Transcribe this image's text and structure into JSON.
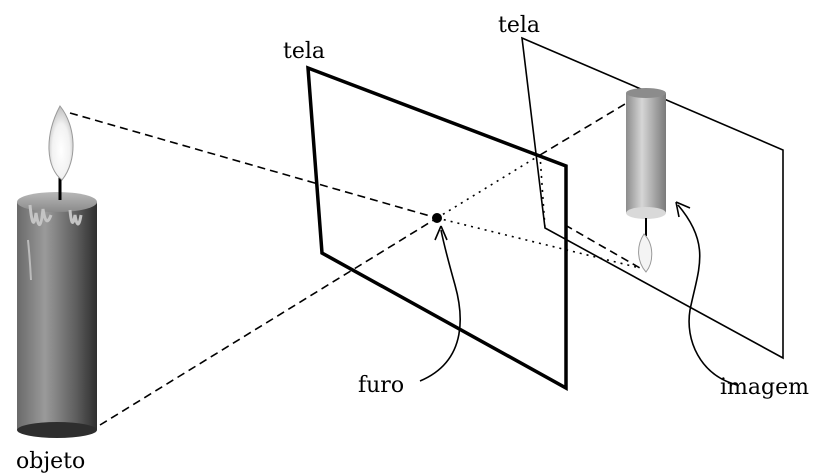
{
  "labels": {
    "screen_front": "tela",
    "screen_back": "tela",
    "pinhole": "furo",
    "image": "imagem",
    "object": "objeto"
  },
  "colors": {
    "ink": "#000000",
    "background": "#ffffff"
  }
}
